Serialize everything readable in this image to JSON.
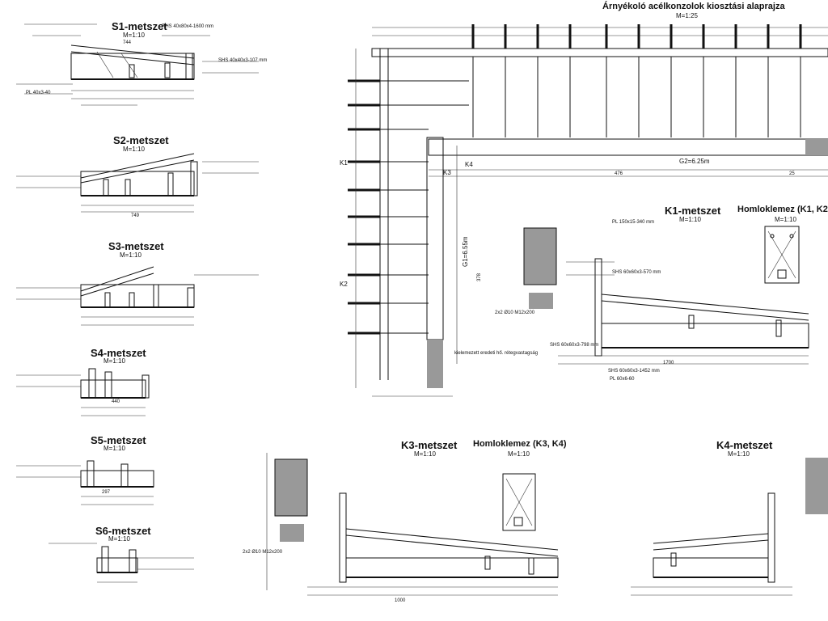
{
  "titles": {
    "main": "Árnyékoló acélkonzolok kiosztási alaprajza",
    "main_scale": "M=1:25",
    "s1": "S1-metszet",
    "s2": "S2-metszet",
    "s3": "S3-metszet",
    "s4": "S4-metszet",
    "s5": "S5-metszet",
    "s6": "S6-metszet",
    "k1": "K1-metszet",
    "k3": "K3-metszet",
    "k4": "K4-metszet",
    "homlok_k1k2": "Homloklemez (K1, K2)",
    "homlok_k3k4": "Homloklemez (K3, K4)",
    "scale_110": "M=1:10"
  },
  "labels": {
    "g2": "G2=6.25m",
    "g1": "G1=6.55m",
    "rhs1": "RHS 40x80x4-1600 mm",
    "shs1": "SHS 40x40x3-107 mm",
    "pl1": "PL 40x3-40",
    "shs2": "SHS 60x60x3-1452 mm",
    "shs3": "SHS 60x60x3-798 mm",
    "pl2": "PL 60x6-60",
    "pl3": "PL 150x15-340 mm",
    "shs4": "SHS 60x60x3-570 mm",
    "k1lbl": "K1",
    "k2lbl": "K2",
    "k3lbl": "K3",
    "k4lbl": "K4",
    "note1": "kielemezett eredeti hő. rétegvastagság",
    "note2": "2x2 Ø10 M12x200"
  },
  "dims": {
    "d1": "378",
    "d2": "1000",
    "d3": "1700",
    "d4": "476",
    "d5": "25",
    "d6": "744",
    "d7": "749",
    "d8": "440",
    "d9": "297"
  }
}
